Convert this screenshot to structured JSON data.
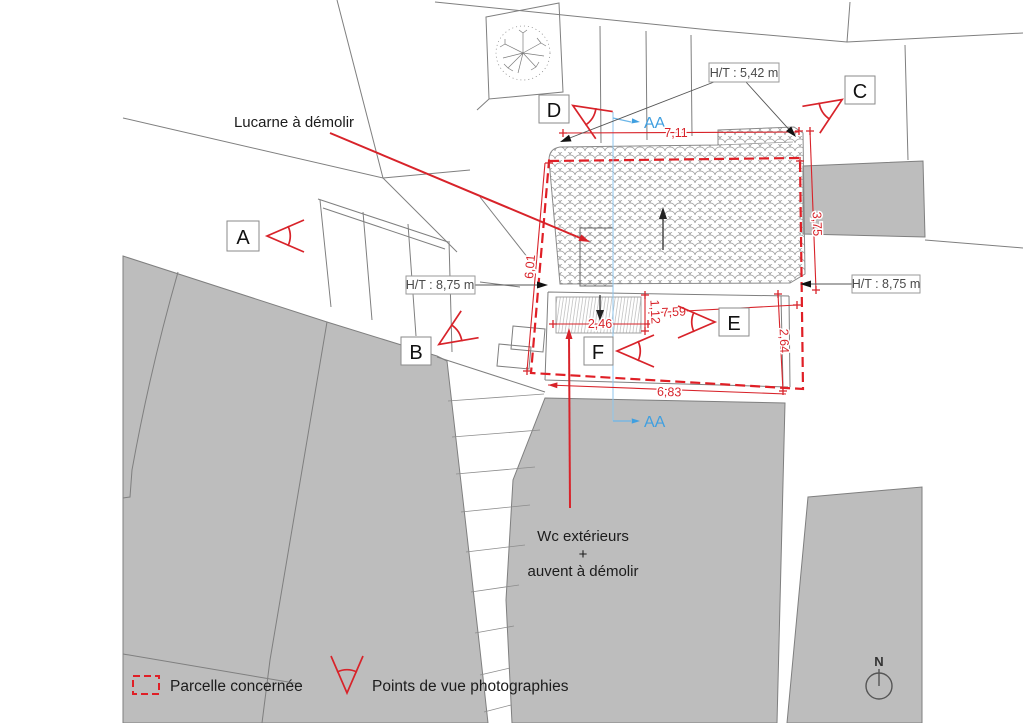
{
  "annotations": {
    "lucarne": "Lucarne à démolir",
    "wc_line1": "Wc extérieurs",
    "wc_line2": "+",
    "wc_line3": "auvent à démolir"
  },
  "height_labels": {
    "ht_top": "H/T : 5,42 m",
    "ht_left": "H/T : 8,75 m",
    "ht_right": "H/T : 8,75 m"
  },
  "dimensions": {
    "d711": "7,11",
    "d375": "3,75",
    "d601": "6,01",
    "d246": "2,46",
    "d112": "1,12",
    "d759": "7,59",
    "d264": "2,64",
    "d683": "6,83"
  },
  "viewpoints": {
    "a": "A",
    "b": "B",
    "c": "C",
    "d": "D",
    "e": "E",
    "f": "F"
  },
  "section": {
    "label_top": "AA",
    "label_bottom": "AA"
  },
  "legend": {
    "parcel": "Parcelle concernée",
    "viewpoints": "Points de vue photographies"
  },
  "compass": {
    "north": "N"
  },
  "colors": {
    "red": "#d8232a",
    "blue": "#3f9fe0",
    "gray_fill": "#bdbdbd",
    "parcel_line": "#7f7f7f"
  }
}
